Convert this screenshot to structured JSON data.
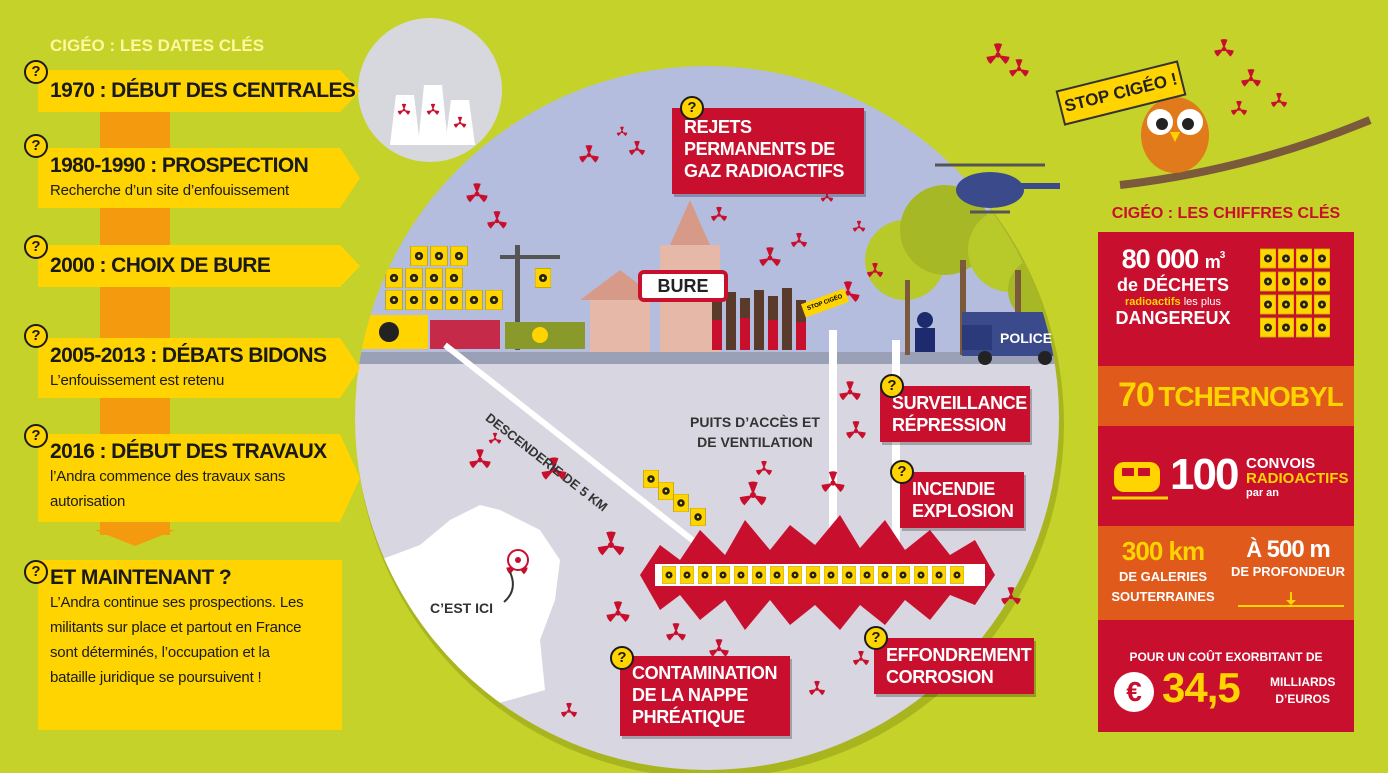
{
  "colors": {
    "background": "#c5d22a",
    "red": "#c8102e",
    "yellow": "#ffd400",
    "orange": "#f39a0f",
    "sky": "#b4bdde",
    "ground": "#d8d6e0"
  },
  "timeline": {
    "title": "CIGÉO : LES DATES CLÉS",
    "items": [
      {
        "title": "1970 : DÉBUT DES CENTRALES",
        "text": ""
      },
      {
        "title": "1980-1990 : PROSPECTION",
        "text": "Recherche d’un site d’enfouissement"
      },
      {
        "title": "2000 : CHOIX DE BURE",
        "text": ""
      },
      {
        "title": "2005-2013 : DÉBATS BIDONS",
        "text": "L’enfouissement est retenu"
      },
      {
        "title": "2016 : DÉBUT DES TRAVAUX",
        "text_lines": [
          "l’Andra commence des travaux sans",
          "autorisation"
        ]
      },
      {
        "title": "ET MAINTENANT ?",
        "text_lines": [
          "L’Andra continue ses prospections. Les",
          "militants sur place et partout en France",
          "sont déterminés, l’occupation et la",
          "bataille juridique se poursuivent !"
        ]
      }
    ],
    "qmark": "?"
  },
  "scene": {
    "bure_sign": "BURE",
    "stop_sign": "STOP CIGÉO !",
    "small_stop": "STOP CIGÉO",
    "police": "POLICE",
    "descenderie": "DESCENDERIE DE 5 KM",
    "puits_lines": [
      "PUITS D’ACCÈS ET",
      "DE VENTILATION"
    ],
    "cest_ici": "C’EST ICI"
  },
  "labels": {
    "rejets": [
      "REJETS",
      "PERMANENTS DE",
      "GAZ RADIOACTIFS"
    ],
    "surveillance": [
      "SURVEILLANCE",
      "RÉPRESSION"
    ],
    "incendie": [
      "INCENDIE",
      "EXPLOSION"
    ],
    "effondrement": [
      "EFFONDREMENT",
      "CORROSION"
    ],
    "contamination": [
      "CONTAMINATION",
      "DE LA NAPPE",
      "PHRÉATIQUE"
    ]
  },
  "figures": {
    "title": "CIGÉO : LES CHIFFRES CLÉS",
    "volume": {
      "value": "80 000",
      "unit": "m",
      "sup": "3",
      "line1": "de DÉCHETS",
      "line2_a": "radioactifs",
      "line2_b": "les plus",
      "line3": "DANGEREUX"
    },
    "tchernobyl": {
      "value": "70",
      "label": "TCHERNOBYL"
    },
    "convois": {
      "value": "100",
      "l1": "CONVOIS",
      "l2": "RADIOACTIFS",
      "l3": "par an"
    },
    "galeries": {
      "value": "300 km",
      "l1": "DE GALERIES",
      "l2": "SOUTERRAINES"
    },
    "profondeur": {
      "prefix": "À",
      "value": "500 m",
      "l1": "DE PROFONDEUR"
    },
    "cout": {
      "intro": "POUR UN COÛT EXORBITANT DE",
      "value": "34,5",
      "l1": "MILLIARDS",
      "l2": "D’EUROS",
      "symbol": "€"
    }
  }
}
